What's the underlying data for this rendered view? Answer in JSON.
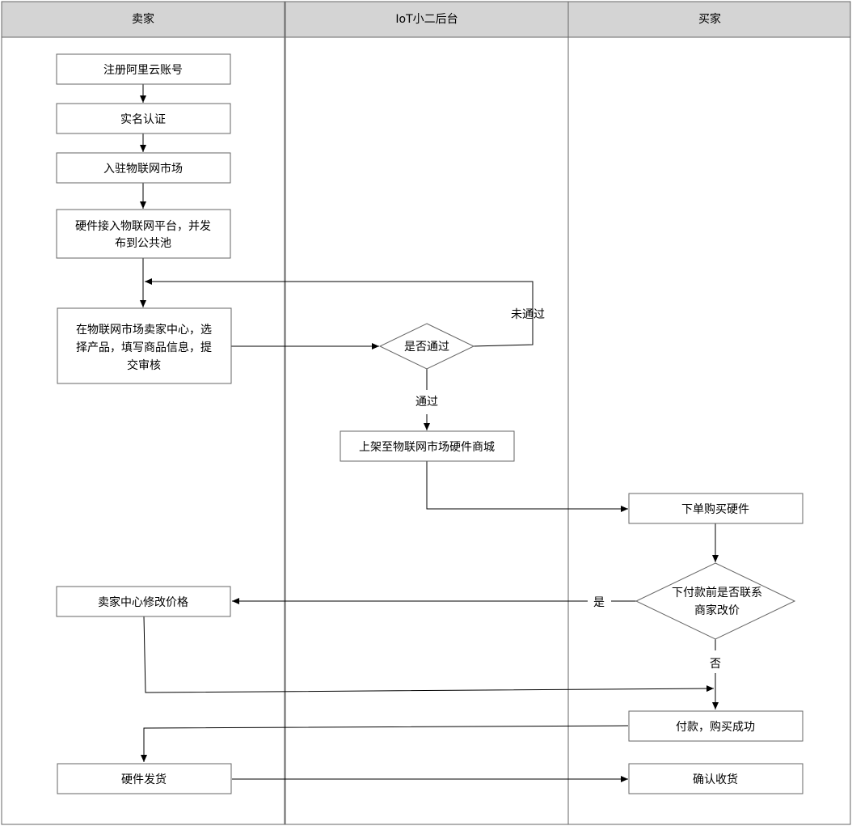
{
  "lanes": [
    {
      "title": "卖家"
    },
    {
      "title": "IoT小二后台"
    },
    {
      "title": "买家"
    }
  ],
  "nodes": {
    "register": {
      "lines": [
        "注册阿里云账号"
      ]
    },
    "verify": {
      "lines": [
        "实名认证"
      ]
    },
    "join_market": {
      "lines": [
        "入驻物联网市场"
      ]
    },
    "connect_hw": {
      "lines": [
        "硬件接入物联网平台，并发",
        "布到公共池"
      ]
    },
    "submit": {
      "lines": [
        "在物联网市场卖家中心，选",
        "择产品，填写商品信息，提",
        "交审核"
      ]
    },
    "approved_q": {
      "lines": [
        "是否通过"
      ]
    },
    "list_store": {
      "lines": [
        "上架至物联网市场硬件商城"
      ]
    },
    "order": {
      "lines": [
        "下单购买硬件"
      ]
    },
    "contact_q": {
      "lines": [
        "下付款前是否联系",
        "商家改价"
      ]
    },
    "modify_price": {
      "lines": [
        "卖家中心修改价格"
      ]
    },
    "pay": {
      "lines": [
        "付款，购买成功"
      ]
    },
    "ship": {
      "lines": [
        "硬件发货"
      ]
    },
    "confirm": {
      "lines": [
        "确认收货"
      ]
    }
  },
  "edge_labels": {
    "not_passed": "未通过",
    "passed": "通过",
    "yes": "是",
    "no": "否"
  },
  "colors": {
    "lane_header_bg": "#d4d4d4",
    "stroke": "#000000",
    "lane_border": "#666666"
  }
}
